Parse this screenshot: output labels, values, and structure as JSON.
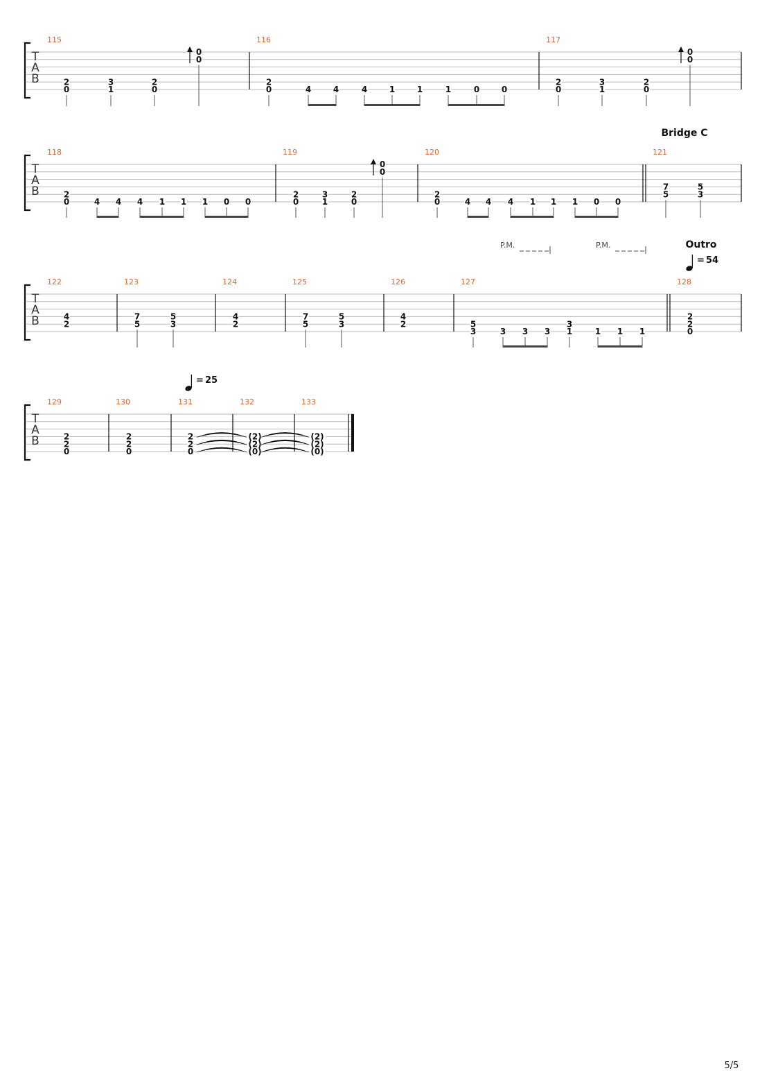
{
  "page": {
    "number": "5/5"
  },
  "colors": {
    "bar_number": "#e0662e",
    "staff_line": "#b8b8b8",
    "ink": "#111111"
  },
  "symbols": {
    "clef": [
      "T",
      "A",
      "B"
    ],
    "palm_mute": "P.M.",
    "tempo_eq": "="
  },
  "systems": [
    {
      "section": "",
      "tempo": "",
      "palm_mutes": [],
      "bars": [
        {
          "number": "115",
          "events": [
            {
              "notes": [
                [
                  4,
                  "2"
                ],
                [
                  5,
                  "0"
                ]
              ]
            },
            {
              "notes": [
                [
                  4,
                  "3"
                ],
                [
                  5,
                  "1"
                ]
              ]
            },
            {
              "notes": [
                [
                  4,
                  "2"
                ],
                [
                  5,
                  "0"
                ]
              ]
            },
            {
              "notes": [
                [
                  0,
                  "0"
                ],
                [
                  1,
                  "0"
                ]
              ],
              "up": true
            }
          ]
        },
        {
          "number": "116",
          "events": [
            {
              "notes": [
                [
                  4,
                  "2"
                ],
                [
                  5,
                  "0"
                ]
              ]
            },
            {
              "notes": [
                [
                  5,
                  "4"
                ]
              ],
              "beam": "a"
            },
            {
              "notes": [
                [
                  5,
                  "4"
                ]
              ],
              "beam": "a"
            },
            {
              "notes": [
                [
                  5,
                  "4"
                ]
              ],
              "beam": "b"
            },
            {
              "notes": [
                [
                  5,
                  "1"
                ]
              ],
              "beam": "b"
            },
            {
              "notes": [
                [
                  5,
                  "1"
                ]
              ],
              "beam": "b"
            },
            {
              "notes": [
                [
                  5,
                  "1"
                ]
              ],
              "beam": "c"
            },
            {
              "notes": [
                [
                  5,
                  "0"
                ]
              ],
              "beam": "c"
            },
            {
              "notes": [
                [
                  5,
                  "0"
                ]
              ],
              "beam": "c"
            }
          ]
        },
        {
          "number": "117",
          "events": [
            {
              "notes": [
                [
                  4,
                  "2"
                ],
                [
                  5,
                  "0"
                ]
              ]
            },
            {
              "notes": [
                [
                  4,
                  "3"
                ],
                [
                  5,
                  "1"
                ]
              ]
            },
            {
              "notes": [
                [
                  4,
                  "2"
                ],
                [
                  5,
                  "0"
                ]
              ]
            },
            {
              "notes": [
                [
                  0,
                  "0"
                ],
                [
                  1,
                  "0"
                ]
              ],
              "up": true
            }
          ]
        }
      ]
    },
    {
      "section": "Bridge C",
      "tempo": "",
      "palm_mutes": [],
      "bars": [
        {
          "number": "118",
          "events": [
            {
              "notes": [
                [
                  4,
                  "2"
                ],
                [
                  5,
                  "0"
                ]
              ]
            },
            {
              "notes": [
                [
                  5,
                  "4"
                ]
              ],
              "beam": "a"
            },
            {
              "notes": [
                [
                  5,
                  "4"
                ]
              ],
              "beam": "a"
            },
            {
              "notes": [
                [
                  5,
                  "4"
                ]
              ],
              "beam": "b"
            },
            {
              "notes": [
                [
                  5,
                  "1"
                ]
              ],
              "beam": "b"
            },
            {
              "notes": [
                [
                  5,
                  "1"
                ]
              ],
              "beam": "b"
            },
            {
              "notes": [
                [
                  5,
                  "1"
                ]
              ],
              "beam": "c"
            },
            {
              "notes": [
                [
                  5,
                  "0"
                ]
              ],
              "beam": "c"
            },
            {
              "notes": [
                [
                  5,
                  "0"
                ]
              ],
              "beam": "c"
            }
          ]
        },
        {
          "number": "119",
          "events": [
            {
              "notes": [
                [
                  4,
                  "2"
                ],
                [
                  5,
                  "0"
                ]
              ]
            },
            {
              "notes": [
                [
                  4,
                  "3"
                ],
                [
                  5,
                  "1"
                ]
              ]
            },
            {
              "notes": [
                [
                  4,
                  "2"
                ],
                [
                  5,
                  "0"
                ]
              ]
            },
            {
              "notes": [
                [
                  0,
                  "0"
                ],
                [
                  1,
                  "0"
                ]
              ],
              "up": true
            }
          ]
        },
        {
          "number": "120",
          "events": [
            {
              "notes": [
                [
                  4,
                  "2"
                ],
                [
                  5,
                  "0"
                ]
              ]
            },
            {
              "notes": [
                [
                  5,
                  "4"
                ]
              ],
              "beam": "a"
            },
            {
              "notes": [
                [
                  5,
                  "4"
                ]
              ],
              "beam": "a"
            },
            {
              "notes": [
                [
                  5,
                  "4"
                ]
              ],
              "beam": "b"
            },
            {
              "notes": [
                [
                  5,
                  "1"
                ]
              ],
              "beam": "b"
            },
            {
              "notes": [
                [
                  5,
                  "1"
                ]
              ],
              "beam": "b"
            },
            {
              "notes": [
                [
                  5,
                  "1"
                ]
              ],
              "beam": "c"
            },
            {
              "notes": [
                [
                  5,
                  "0"
                ]
              ],
              "beam": "c"
            },
            {
              "notes": [
                [
                  5,
                  "0"
                ]
              ],
              "beam": "c"
            }
          ]
        },
        {
          "number": "121",
          "double_bar_before": true,
          "events": [
            {
              "notes": [
                [
                  3,
                  "7"
                ],
                [
                  4,
                  "5"
                ]
              ]
            },
            {
              "notes": [
                [
                  3,
                  "5"
                ],
                [
                  4,
                  "3"
                ]
              ]
            }
          ]
        }
      ]
    },
    {
      "section": "Outro",
      "tempo": "54",
      "palm_mutes": [
        {
          "label": "P.M.",
          "bar": 5,
          "from": 0,
          "to": 3
        },
        {
          "label": "P.M.",
          "bar": 5,
          "from": 4,
          "to": 7
        }
      ],
      "bars": [
        {
          "number": "122",
          "events": [
            {
              "notes": [
                [
                  3,
                  "4"
                ],
                [
                  4,
                  "2"
                ]
              ],
              "stem": false
            }
          ]
        },
        {
          "number": "123",
          "events": [
            {
              "notes": [
                [
                  3,
                  "7"
                ],
                [
                  4,
                  "5"
                ]
              ]
            },
            {
              "notes": [
                [
                  3,
                  "5"
                ],
                [
                  4,
                  "3"
                ]
              ]
            }
          ]
        },
        {
          "number": "124",
          "events": [
            {
              "notes": [
                [
                  3,
                  "4"
                ],
                [
                  4,
                  "2"
                ]
              ],
              "stem": false
            }
          ]
        },
        {
          "number": "125",
          "events": [
            {
              "notes": [
                [
                  3,
                  "7"
                ],
                [
                  4,
                  "5"
                ]
              ]
            },
            {
              "notes": [
                [
                  3,
                  "5"
                ],
                [
                  4,
                  "3"
                ]
              ]
            }
          ]
        },
        {
          "number": "126",
          "events": [
            {
              "notes": [
                [
                  3,
                  "4"
                ],
                [
                  4,
                  "2"
                ]
              ],
              "stem": false
            }
          ]
        },
        {
          "number": "127",
          "events": [
            {
              "notes": [
                [
                  4,
                  "5"
                ],
                [
                  5,
                  "3"
                ]
              ]
            },
            {
              "notes": [
                [
                  5,
                  "3"
                ]
              ],
              "beam": "a"
            },
            {
              "notes": [
                [
                  5,
                  "3"
                ]
              ],
              "beam": "a"
            },
            {
              "notes": [
                [
                  5,
                  "3"
                ]
              ],
              "beam": "a"
            },
            {
              "notes": [
                [
                  4,
                  "3"
                ],
                [
                  5,
                  "1"
                ]
              ]
            },
            {
              "notes": [
                [
                  5,
                  "1"
                ]
              ],
              "beam": "b"
            },
            {
              "notes": [
                [
                  5,
                  "1"
                ]
              ],
              "beam": "b"
            },
            {
              "notes": [
                [
                  5,
                  "1"
                ]
              ],
              "beam": "b"
            }
          ]
        },
        {
          "number": "128",
          "double_bar_before": true,
          "events": [
            {
              "notes": [
                [
                  3,
                  "2"
                ],
                [
                  4,
                  "2"
                ],
                [
                  5,
                  "0"
                ]
              ],
              "stem": false
            }
          ]
        }
      ]
    },
    {
      "section": "",
      "tempo": "25",
      "palm_mutes": [],
      "bars": [
        {
          "number": "129",
          "events": [
            {
              "notes": [
                [
                  3,
                  "2"
                ],
                [
                  4,
                  "2"
                ],
                [
                  5,
                  "0"
                ]
              ],
              "stem": false
            }
          ]
        },
        {
          "number": "130",
          "events": [
            {
              "notes": [
                [
                  3,
                  "2"
                ],
                [
                  4,
                  "2"
                ],
                [
                  5,
                  "0"
                ]
              ],
              "stem": false
            }
          ]
        },
        {
          "number": "131",
          "events": [
            {
              "notes": [
                [
                  3,
                  "2"
                ],
                [
                  4,
                  "2"
                ],
                [
                  5,
                  "0"
                ]
              ],
              "stem": false,
              "tie": true
            }
          ]
        },
        {
          "number": "132",
          "events": [
            {
              "notes": [
                [
                  3,
                  "(2)"
                ],
                [
                  4,
                  "(2)"
                ],
                [
                  5,
                  "(0)"
                ]
              ],
              "stem": false,
              "tie": true
            }
          ]
        },
        {
          "number": "133",
          "final_bar": true,
          "events": [
            {
              "notes": [
                [
                  3,
                  "(2)"
                ],
                [
                  4,
                  "(2)"
                ],
                [
                  5,
                  "(0)"
                ]
              ],
              "stem": false
            }
          ]
        }
      ]
    }
  ]
}
